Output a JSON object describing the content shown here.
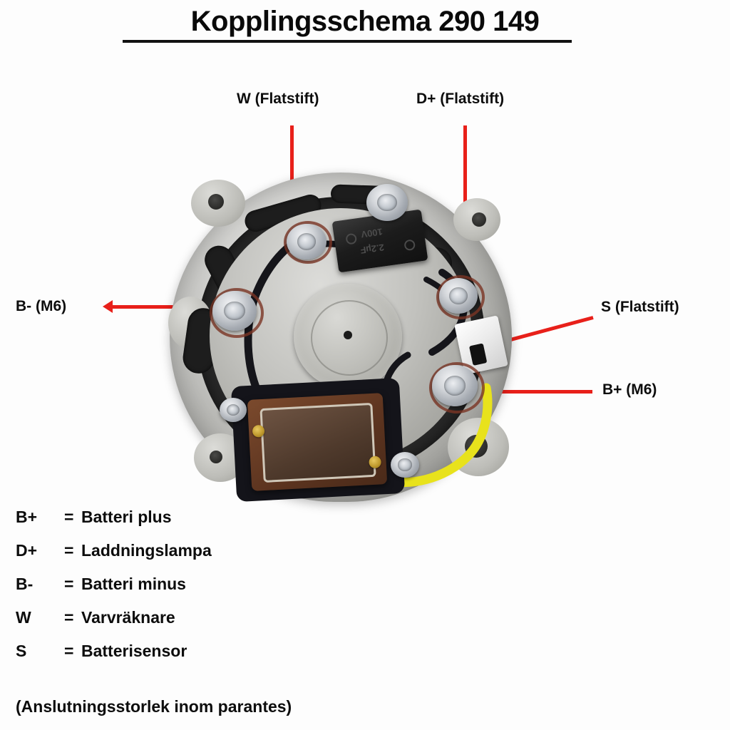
{
  "title": {
    "text": "Kopplingsschema 290 149"
  },
  "callouts": [
    {
      "id": "w",
      "label": "W (Flatstift)"
    },
    {
      "id": "dplus",
      "label": "D+ (Flatstift)"
    },
    {
      "id": "bminus",
      "label": "B- (M6)"
    },
    {
      "id": "s",
      "label": "S (Flatstift)"
    },
    {
      "id": "bplus",
      "label": "B+ (M6)"
    }
  ],
  "callout_labels": {
    "w": "W (Flatstift)",
    "dplus": "D+ (Flatstift)",
    "bminus": "B- (M6)",
    "s": "S (Flatstift)",
    "bplus": "B+ (M6)"
  },
  "photo": {
    "subject": "alternator-rear-housing",
    "capacitor": {
      "voltage": "100V",
      "capacitance": "2.2µF"
    }
  },
  "legend": {
    "rows": [
      {
        "key": "B+",
        "eq": "=",
        "value": "Batteri plus"
      },
      {
        "key": "D+",
        "eq": "=",
        "value": "Laddningslampa"
      },
      {
        "key": "B-",
        "eq": "=",
        "value": "Batteri minus"
      },
      {
        "key": "W",
        "eq": "=",
        "value": "Varvräknare"
      },
      {
        "key": "S",
        "eq": "=",
        "value": "Batterisensor"
      }
    ]
  },
  "footnote": {
    "text": "(Anslutningsstorlek inom parantes)"
  },
  "colors": {
    "leader": "#e8201a",
    "text": "#0d0d0d",
    "background": "#fdfdfd",
    "wire_yellow": "#e8e21c",
    "wire_black": "#15151a"
  }
}
